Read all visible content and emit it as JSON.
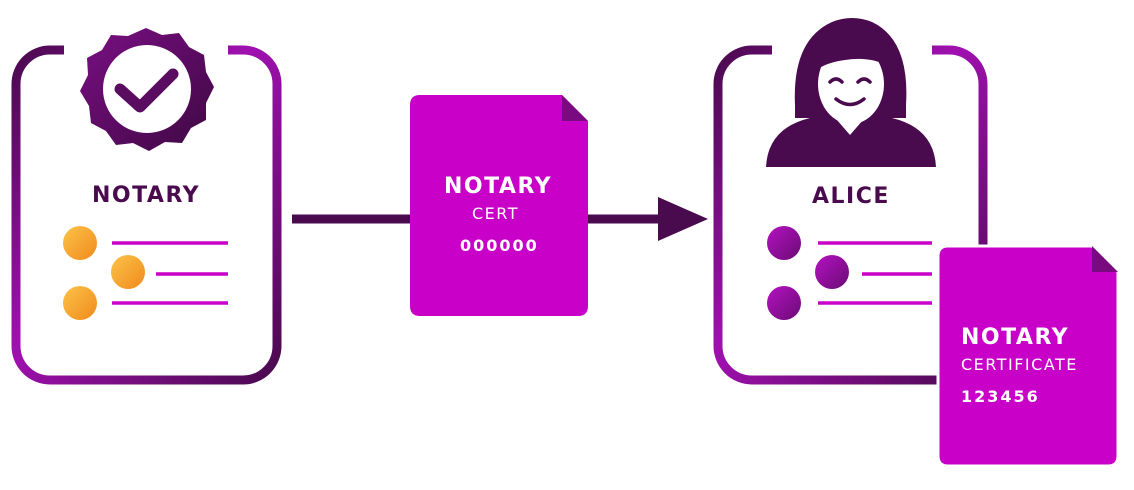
{
  "colors": {
    "dark_purple": "#4a0a4e",
    "magenta": "#c800c8",
    "orange": "#f5a623",
    "white": "#ffffff"
  },
  "notary_card": {
    "title": "NOTARY",
    "badge_icon": "checkmark-seal-icon",
    "list_bullet_color": "orange"
  },
  "transfer_document": {
    "title": "NOTARY",
    "subtitle": "CERT",
    "number": "000000"
  },
  "alice_card": {
    "title": "ALICE",
    "avatar_icon": "woman-avatar-icon",
    "list_bullet_color": "purple"
  },
  "issued_certificate": {
    "title": "NOTARY",
    "subtitle": "CERTIFICATE",
    "number": "123456"
  },
  "arrow_icon": "arrow-right-icon"
}
